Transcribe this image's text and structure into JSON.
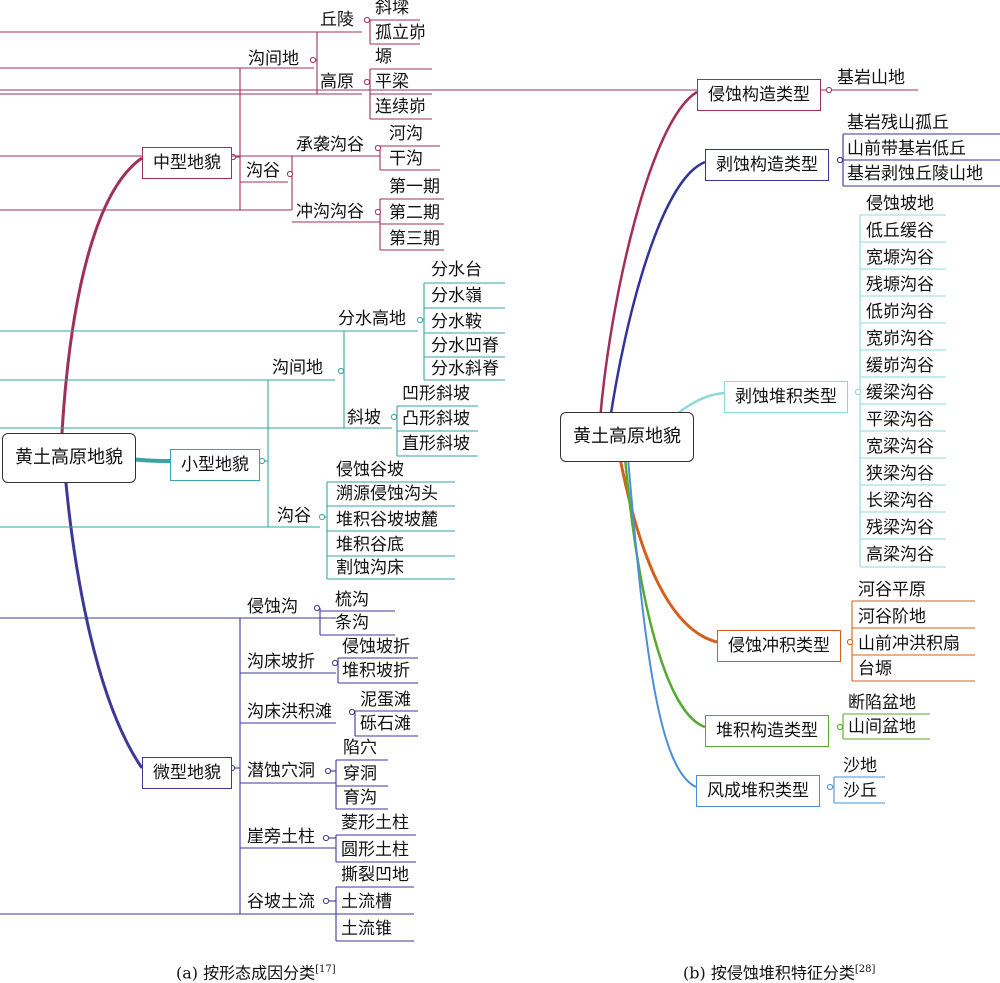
{
  "a": {
    "root": "黄土高原地貌",
    "mid": {
      "label": "中型地貌",
      "gou_jian": {
        "label": "沟间地",
        "qiu_ling": {
          "label": "丘陵",
          "items": [
            "斜墚",
            "孤立峁"
          ]
        },
        "gao_yuan": {
          "label": "高原",
          "items": [
            "塬",
            "平梁",
            "连续峁"
          ]
        }
      },
      "gou_gu": {
        "label": "沟谷",
        "cheng_xi": {
          "label": "承袭沟谷",
          "items": [
            "河沟",
            "干沟"
          ]
        },
        "chong_gou": {
          "label": "冲沟沟谷",
          "items": [
            "第一期",
            "第二期",
            "第三期"
          ]
        }
      }
    },
    "small": {
      "label": "小型地貌",
      "gou_jian": {
        "label": "沟间地",
        "fen_shui": {
          "label": "分水高地",
          "items": [
            "分水台",
            "分水嶺",
            "分水鞍",
            "分水凹脊",
            "分水斜脊"
          ]
        },
        "xie_po": {
          "label": "斜坡",
          "items": [
            "凹形斜坡",
            "凸形斜坡",
            "直形斜坡"
          ]
        }
      },
      "gou_gu": {
        "label": "沟谷",
        "items": [
          "侵蚀谷坡",
          "溯源侵蚀沟头",
          "堆积谷坡坡麓",
          "堆积谷底",
          "割蚀沟床"
        ]
      }
    },
    "micro": {
      "label": "微型地貌",
      "groups": [
        {
          "label": "侵蚀沟",
          "items": [
            "梳沟",
            "条沟"
          ]
        },
        {
          "label": "沟床坡折",
          "items": [
            "侵蚀坡折",
            "堆积坡折"
          ]
        },
        {
          "label": "沟床洪积滩",
          "items": [
            "泥蛋滩",
            "砾石滩"
          ]
        },
        {
          "label": "潜蚀穴洞",
          "items": [
            "陷穴",
            "穿洞",
            "育沟"
          ]
        },
        {
          "label": "崖旁土柱",
          "items": [
            "菱形土柱",
            "圆形土柱"
          ]
        },
        {
          "label": "谷坡土流",
          "items": [
            "撕裂凹地",
            "土流槽",
            "土流锥"
          ]
        }
      ]
    },
    "caption": "(a) 按形态成因分类",
    "caption_ref": "[17]"
  },
  "b": {
    "root": "黄土高原地貌",
    "groups": [
      {
        "label": "侵蚀构造类型",
        "items": [
          "基岩山地"
        ]
      },
      {
        "label": "剥蚀构造类型",
        "items": [
          "基岩残山孤丘",
          "山前带基岩低丘",
          "基岩剥蚀丘陵山地"
        ]
      },
      {
        "label": "剥蚀堆积类型",
        "items": [
          "侵蚀坡地",
          "低丘缓谷",
          "宽塬沟谷",
          "残塬沟谷",
          "低峁沟谷",
          "宽峁沟谷",
          "缓峁沟谷",
          "缓梁沟谷",
          "平梁沟谷",
          "宽梁沟谷",
          "狭梁沟谷",
          "长梁沟谷",
          "残梁沟谷",
          "高梁沟谷"
        ]
      },
      {
        "label": "侵蚀冲积类型",
        "items": [
          "河谷平原",
          "河谷阶地",
          "山前冲洪积扇",
          "台塬"
        ]
      },
      {
        "label": "堆积构造类型",
        "items": [
          "断陷盆地",
          "山间盆地"
        ]
      },
      {
        "label": "风成堆积类型",
        "items": [
          "沙地",
          "沙丘"
        ]
      }
    ],
    "caption": "(b) 按侵蚀堆积特征分类",
    "caption_ref": "[28]"
  },
  "colors": {
    "mid": "#a0305a",
    "small": "#3aa3a8",
    "micro": "#3c3a96",
    "b1": "#a0305a",
    "b2": "#333399",
    "b3": "#8fd8d8",
    "b4": "#d3611c",
    "b5": "#58a832",
    "b6": "#4a8fd8"
  }
}
